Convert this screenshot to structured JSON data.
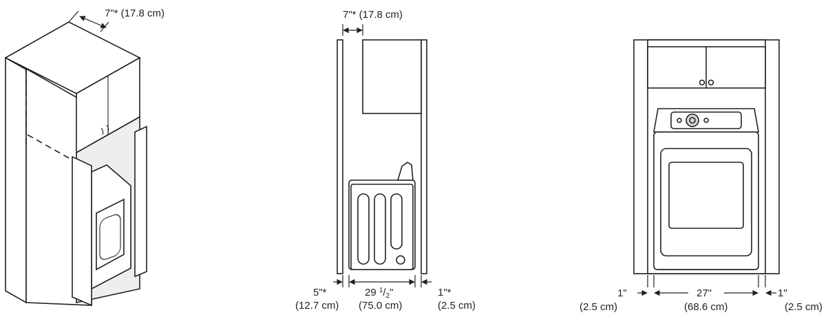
{
  "labels": {
    "iso_clearance": "7\"* (17.8 cm)",
    "side_top_clearance": "7\"* (17.8 cm)",
    "side_rear_in": "5\"*",
    "side_rear_cm": "(12.7 cm)",
    "side_depth_whole": "29 ",
    "side_depth_frac_num": "1",
    "side_depth_frac_den": "2",
    "side_depth_cm": "(75.0 cm)",
    "side_front_in": "1\"*",
    "side_front_cm": "(2.5 cm)",
    "front_left_in": "1\"",
    "front_left_cm": "(2.5 cm)",
    "front_width_in": "27\"",
    "front_width_cm": "(68.6 cm)",
    "front_right_in": "1\"",
    "front_right_cm": "(2.5 cm)"
  }
}
